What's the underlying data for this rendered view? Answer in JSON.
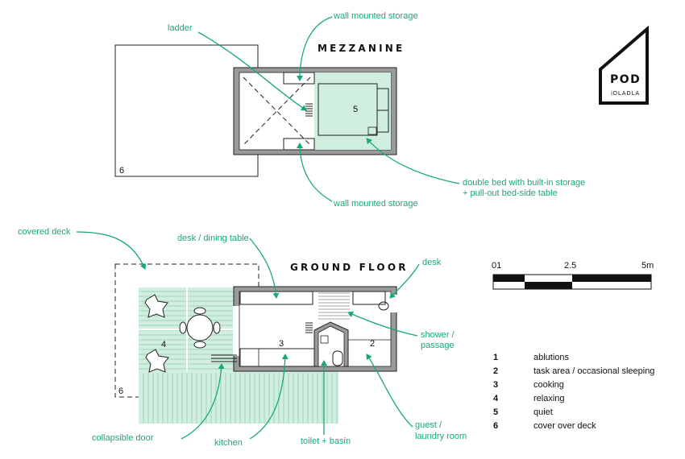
{
  "logo": {
    "text": "POD",
    "subtext": "iDLADLA"
  },
  "mezzanine": {
    "title": "MEZZANINE",
    "bed_number": "5",
    "deck_number": "6"
  },
  "ground_floor": {
    "title": "GROUND FLOOR",
    "room_numbers": {
      "relax": "4",
      "cooking": "3",
      "task": "2",
      "deck": "6"
    }
  },
  "annotations": {
    "ladder": "ladder",
    "wall_storage_top": "wall mounted storage",
    "wall_storage_bottom": "wall mounted storage",
    "double_bed_line1": "double bed with built-in storage",
    "double_bed_line2": "+ pull-out bed-side table",
    "covered_deck": "covered deck",
    "desk_dining": "desk / dining table",
    "desk": "desk",
    "shower_line1": "shower /",
    "shower_line2": "passage",
    "guest_line1": "guest /",
    "guest_line2": "laundry room",
    "toilet": "toilet + basin",
    "kitchen": "kitchen",
    "collapsible_door": "collapsible door"
  },
  "scale_bar": {
    "labels": [
      "01",
      "2.5",
      "5m"
    ]
  },
  "legend": [
    {
      "num": "1",
      "label": "ablutions"
    },
    {
      "num": "2",
      "label": "task area / occasional sleeping"
    },
    {
      "num": "3",
      "label": "cooking"
    },
    {
      "num": "4",
      "label": "relaxing"
    },
    {
      "num": "5",
      "label": "quiet"
    },
    {
      "num": "6",
      "label": "cover over deck"
    }
  ],
  "colors": {
    "accent": "#18a878",
    "mint": "#cfeedd",
    "wall": "#9a9a9a"
  }
}
